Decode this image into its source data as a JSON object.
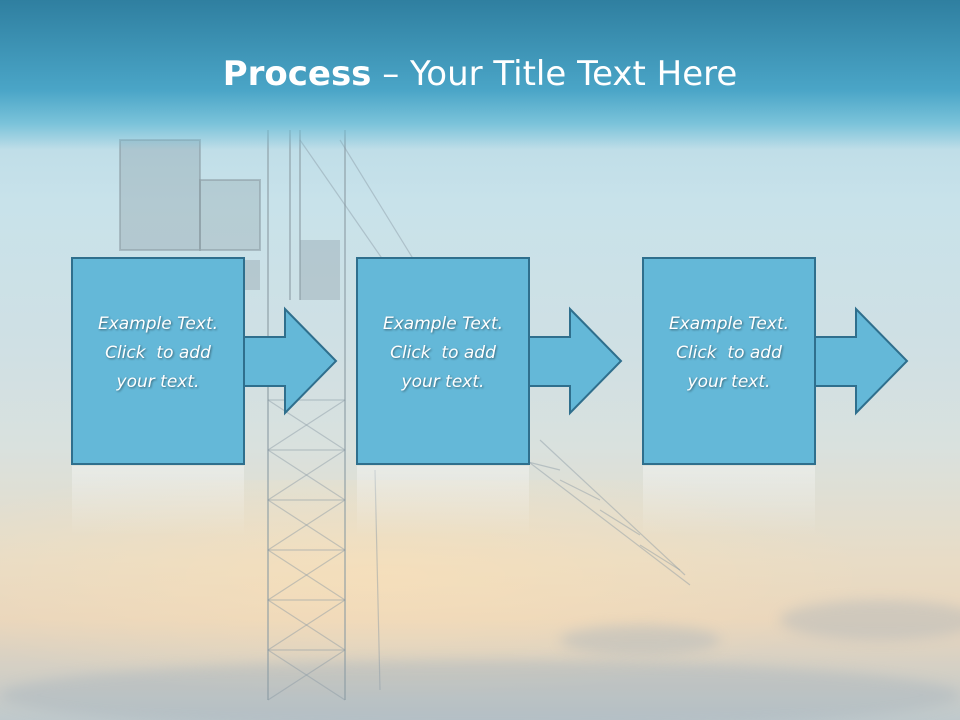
{
  "slide": {
    "title_bold": "Process",
    "title_rest": " – Your Title Text Here"
  },
  "steps": [
    {
      "line1": "Example Text.",
      "line2": "Click  to add",
      "line3": "your text."
    },
    {
      "line1": "Example Text.",
      "line2": "Click  to add",
      "line3": "your text."
    },
    {
      "line1": "Example Text.",
      "line2": "Click  to add",
      "line3": "your text."
    }
  ],
  "colors": {
    "box_fill": "#64b8d8",
    "box_stroke": "#2f6f8d",
    "title_band": "#3f97ba"
  }
}
